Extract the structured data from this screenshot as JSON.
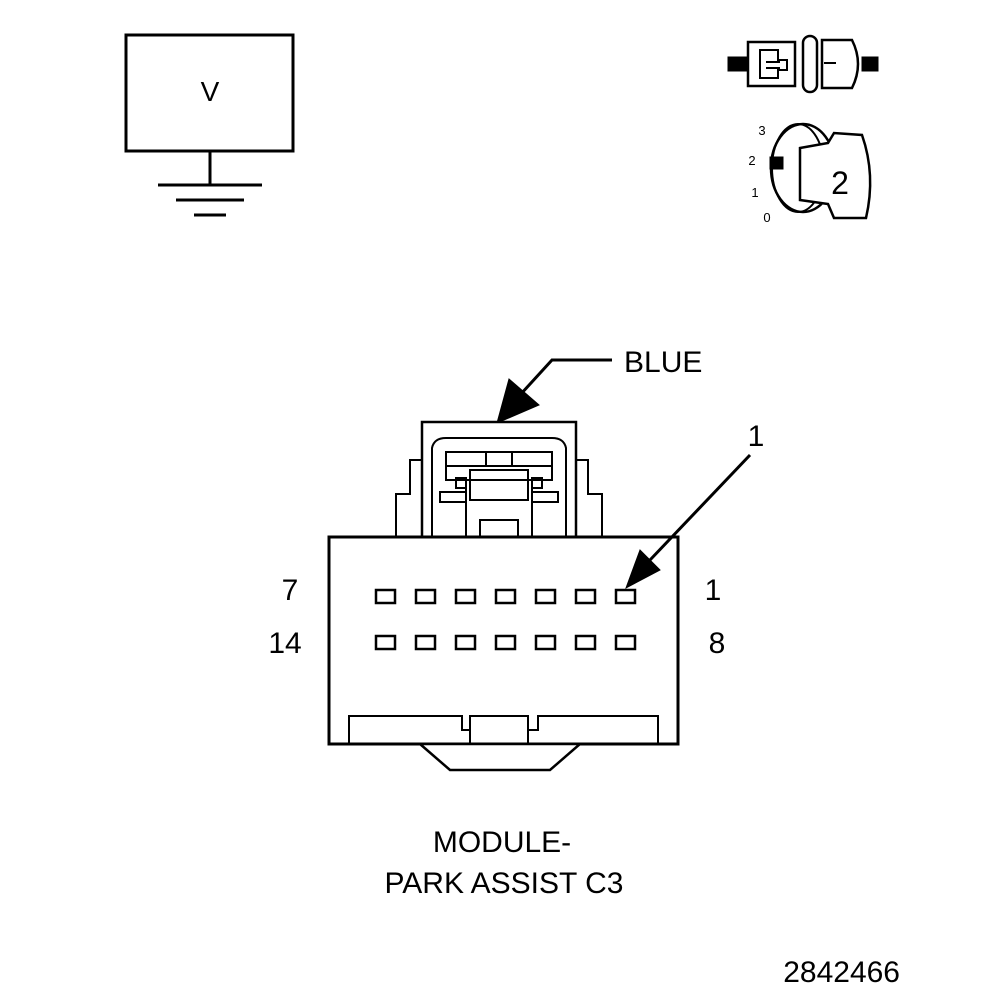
{
  "voltmeter": {
    "label": "V"
  },
  "ignition": {
    "positions": [
      "3",
      "2",
      "1",
      "0"
    ],
    "selected": "2"
  },
  "connector": {
    "color_label": "BLUE",
    "pin_callout": "1",
    "row1_left": "7",
    "row1_right": "1",
    "row2_left": "14",
    "row2_right": "8",
    "pin_count": 14
  },
  "caption": {
    "line1": "MODULE-",
    "line2": "PARK ASSIST C3"
  },
  "figure_number": "2842466"
}
